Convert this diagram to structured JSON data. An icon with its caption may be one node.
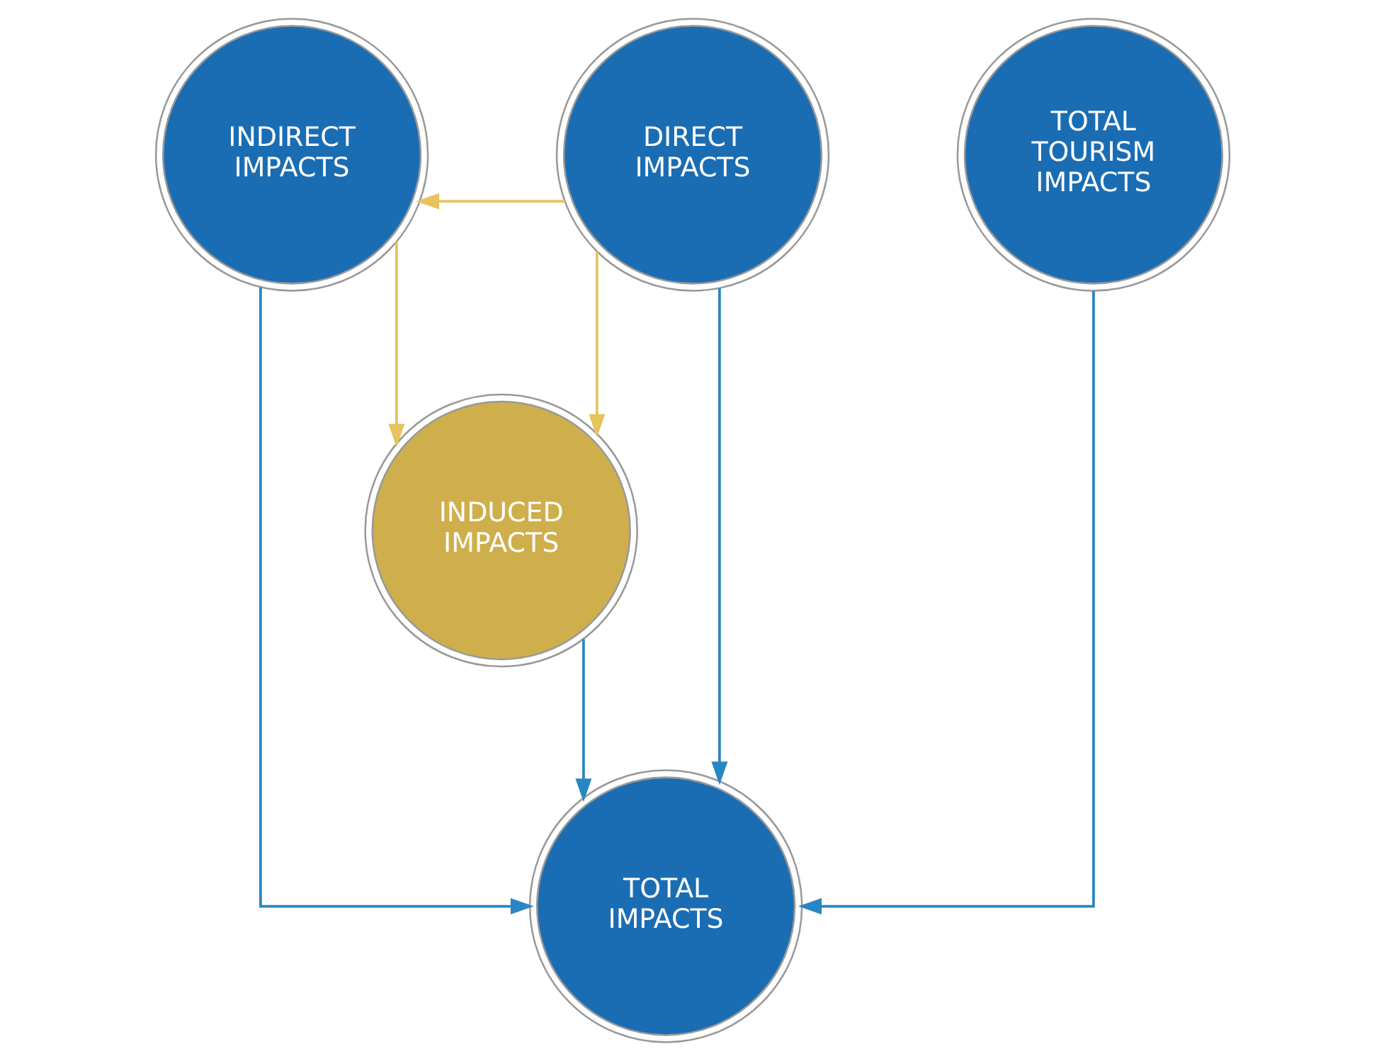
{
  "diagram": {
    "nodes": [
      {
        "text": [
          "INDIRECT IMPACTS"
        ]
      },
      {
        "text": [
          "DIRECT IMPACTS"
        ]
      },
      {
        "text": [
          "TOTAL TOURISM IMPACTS"
        ]
      },
      {
        "text": [
          "INDUCED IMPACTS"
        ]
      },
      {
        "text": [
          "TOTAL IMPACTS"
        ]
      }
    ],
    "edges": [
      {
        "from": 1,
        "to": 0,
        "arrow": "to",
        "color": "#e6c35c"
      },
      {
        "from": 1,
        "to": 3,
        "arrow": "to",
        "color": "#e6c35c"
      },
      {
        "from": 0,
        "to": 3,
        "arrow": "to",
        "color": "#e6c35c"
      },
      {
        "from": 3,
        "to": 4,
        "arrow": "to"
      },
      {
        "from": 0,
        "to": 4,
        "arrow": "to"
      },
      {
        "from": 1,
        "to": 4,
        "arrow": "to"
      },
      {
        "from": 2,
        "to": 4,
        "arrow": "to"
      }
    ]
  }
}
